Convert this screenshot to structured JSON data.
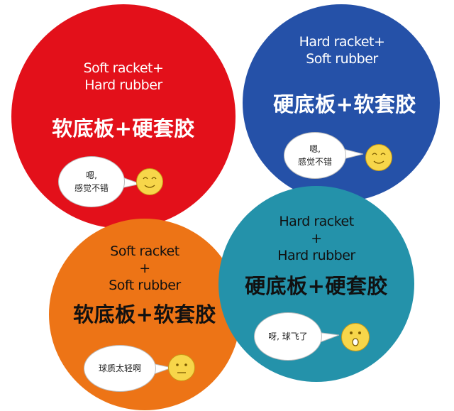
{
  "panels": {
    "red": {
      "color": "#e3101a",
      "en": [
        "Soft racket+",
        "Hard rubber"
      ],
      "cn": "软底板+硬套胶",
      "bubble": [
        "嗯,",
        "感觉不错"
      ],
      "face": "smiling-face-icon"
    },
    "blue": {
      "color": "#2551a8",
      "en": [
        "Hard racket+",
        "Soft rubber"
      ],
      "cn": "硬底板+软套胶",
      "bubble": [
        "嗯,",
        "感觉不错"
      ],
      "face": "smiling-face-icon"
    },
    "orange": {
      "color": "#ed7416",
      "en": [
        "Soft racket",
        "+",
        "Soft rubber"
      ],
      "cn": "软底板+软套胶",
      "bubble": [
        "球质太轻啊"
      ],
      "face": "neutral-face-icon"
    },
    "teal": {
      "color": "#2492aa",
      "en": [
        "Hard racket",
        "+",
        "Hard rubber"
      ],
      "cn": "硬底板+硬套胶",
      "bubble": [
        "呀, 球飞了"
      ],
      "face": "surprised-face-icon"
    }
  },
  "colors": {
    "face_fill": "#f7d64a",
    "face_edge": "#c89a14"
  }
}
